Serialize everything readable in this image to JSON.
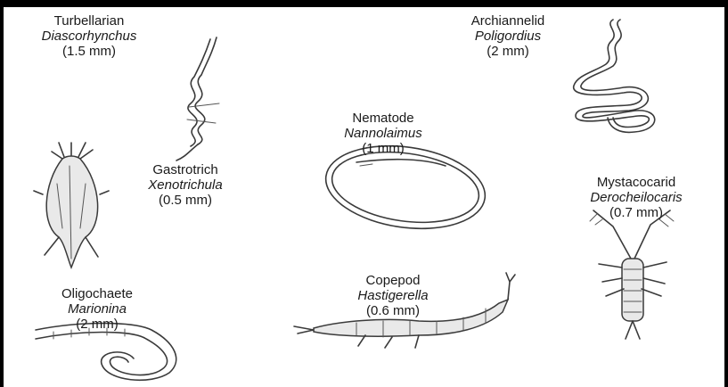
{
  "organisms": [
    {
      "id": "turbellarian",
      "common": "Turbellarian",
      "genus": "Diascorhynchus",
      "size": "(1.5 mm)"
    },
    {
      "id": "archiannelid",
      "common": "Archiannelid",
      "genus": "Poligordius",
      "size": "(2 mm)"
    },
    {
      "id": "nematode",
      "common": "Nematode",
      "genus": "Nannolaimus",
      "size": "(1 mm)"
    },
    {
      "id": "gastrotrich",
      "common": "Gastrotrich",
      "genus": "Xenotrichula",
      "size": "(0.5 mm)"
    },
    {
      "id": "mystacocarid",
      "common": "Mystacocarid",
      "genus": "Derocheilocaris",
      "size": "(0.7 mm)"
    },
    {
      "id": "oligochaete",
      "common": "Oligochaete",
      "genus": "Marionina",
      "size": "(2 mm)"
    },
    {
      "id": "copepod",
      "common": "Copepod",
      "genus": "Hastigerella",
      "size": "(0.6 mm)"
    }
  ],
  "palette": {
    "line": "#3a3a3a",
    "text": "#1a1a1a",
    "border": "#000000",
    "background": "#ffffff"
  }
}
